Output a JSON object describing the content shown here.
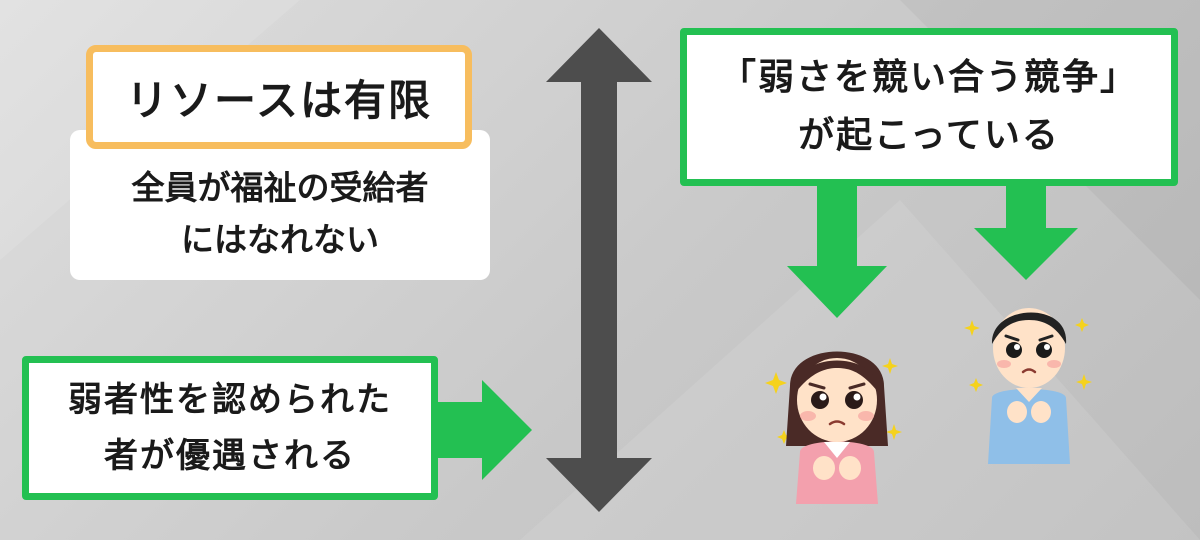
{
  "resource_box": {
    "text": "リソースは有限"
  },
  "welfare_box": {
    "line1": "全員が福祉の受給者",
    "line2": "にはなれない"
  },
  "weak_box": {
    "line1": "弱者性を認められた",
    "line2": "者が優遇される"
  },
  "competition_box": {
    "line1": "「弱さを競い合う競争」",
    "line2": "が起こっている"
  },
  "colors": {
    "green": "#23c052",
    "orange": "#f7bd5e",
    "dark_gray": "#4d4d4d",
    "box_white": "#ffffff"
  },
  "illustrations": [
    "worried-girl-illustration",
    "worried-boy-illustration"
  ]
}
